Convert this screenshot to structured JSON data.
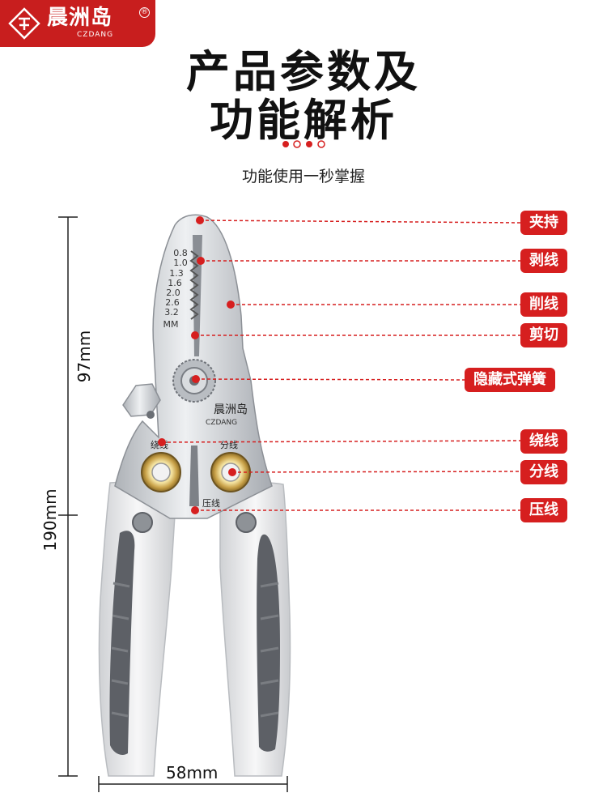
{
  "brand": {
    "name": "晨洲岛",
    "subtitle": "CZDANG",
    "registered": "®"
  },
  "headline": {
    "line1": "产品参数及",
    "line2": "功能解析"
  },
  "subtitle": "功能使用一秒掌握",
  "dimensions": {
    "jaw_length": "97mm",
    "total_length": "190mm",
    "width": "58mm"
  },
  "features": [
    {
      "label": "夹持"
    },
    {
      "label": "剥线"
    },
    {
      "label": "削线"
    },
    {
      "label": "剪切"
    },
    {
      "label": "隐藏式弹簧"
    },
    {
      "label": "绕线"
    },
    {
      "label": "分线"
    },
    {
      "label": "压线"
    }
  ],
  "tool_markings": {
    "gauges": [
      "0.8",
      "1.0",
      "1.3",
      "1.6",
      "2.0",
      "2.6",
      "3.2"
    ],
    "unit": "MM",
    "engraved_brand": "晨洲岛",
    "engraved_brand_sub": "CZDANG",
    "hole_left": "绕线",
    "hole_right": "分线",
    "crimp": "压线"
  },
  "colors": {
    "accent": "#d61f1f",
    "brand": "#c81e1e",
    "handle_grip": "#5d6066",
    "handle_shell": "#e9eaec",
    "steel": "#c9ccd0"
  }
}
